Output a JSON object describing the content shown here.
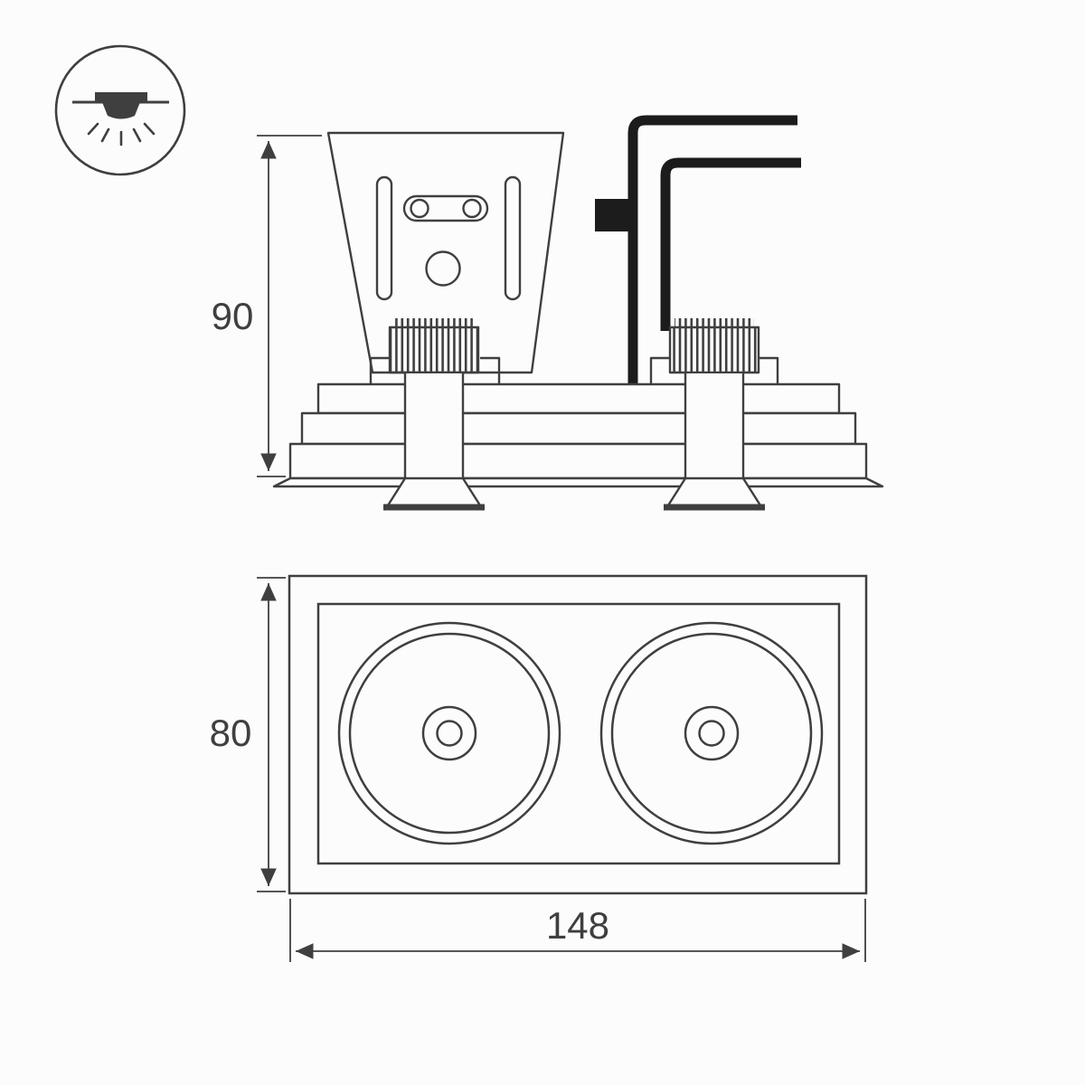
{
  "drawing": {
    "type": "technical-dimension-drawing",
    "subject": "dual recessed downlight fixture, side view and bottom view",
    "icon": {
      "name": "recessed-mount-icon"
    },
    "side_view": {
      "height_label": "90"
    },
    "bottom_view": {
      "height_label": "80",
      "width_label": "148"
    },
    "colors": {
      "line": "#3f3f3f",
      "cable": "#1c1c1c",
      "background": "#fcfcfc"
    }
  }
}
